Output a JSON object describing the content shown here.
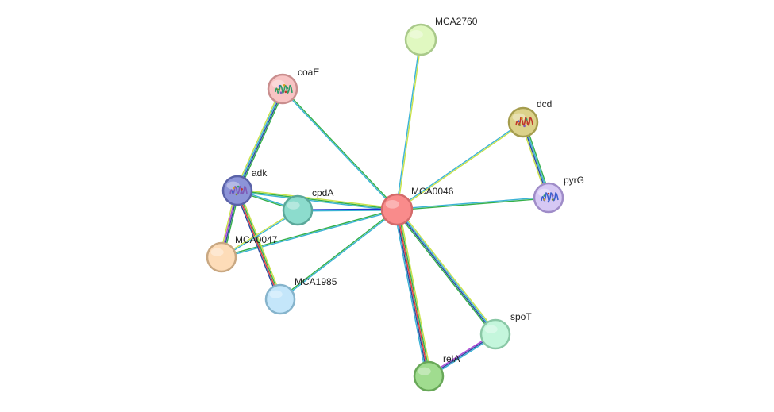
{
  "network": {
    "nodes": [
      {
        "id": "MCA0046",
        "label": "MCA0046",
        "fill": "#f98b8b",
        "stroke": "#d46a6a",
        "icon": "none"
      },
      {
        "id": "MCA2760",
        "label": "MCA2760",
        "fill": "#e0f8c0",
        "stroke": "#a9c98a",
        "icon": "none"
      },
      {
        "id": "coaE",
        "label": "coaE",
        "fill": "#f8c4c4",
        "stroke": "#c98e8e",
        "icon": "protein-structure-icon"
      },
      {
        "id": "dcd",
        "label": "dcd",
        "fill": "#dcd28a",
        "stroke": "#a59d4e",
        "icon": "protein-structure-icon"
      },
      {
        "id": "adk",
        "label": "adk",
        "fill": "#8c94d8",
        "stroke": "#5a62a8",
        "icon": "protein-structure-icon"
      },
      {
        "id": "cpdA",
        "label": "cpdA",
        "fill": "#8cdccd",
        "stroke": "#5aa89a",
        "icon": "none"
      },
      {
        "id": "pyrG",
        "label": "pyrG",
        "fill": "#d6c8f4",
        "stroke": "#9f8cc8",
        "icon": "protein-structure-icon"
      },
      {
        "id": "MCA0047",
        "label": "MCA0047",
        "fill": "#fddcb8",
        "stroke": "#c9a882",
        "icon": "none"
      },
      {
        "id": "MCA1985",
        "label": "MCA1985",
        "fill": "#c4e6fa",
        "stroke": "#86b4cc",
        "icon": "none"
      },
      {
        "id": "spoT",
        "label": "spoT",
        "fill": "#c4f6dc",
        "stroke": "#8ac8a6",
        "icon": "none"
      },
      {
        "id": "relA",
        "label": "relA",
        "fill": "#a0dc8f",
        "stroke": "#68a858",
        "icon": "none"
      }
    ],
    "edges": [
      {
        "source": "MCA0046",
        "target": "MCA2760",
        "evidence": [
          "#3bb3d6",
          "#c9e24b"
        ]
      },
      {
        "source": "MCA0046",
        "target": "coaE",
        "evidence": [
          "#3bb3d6",
          "#35b04a"
        ]
      },
      {
        "source": "MCA0046",
        "target": "dcd",
        "evidence": [
          "#3bb3d6",
          "#c9e24b"
        ]
      },
      {
        "source": "MCA0046",
        "target": "pyrG",
        "evidence": [
          "#3bb3d6",
          "#35b04a"
        ]
      },
      {
        "source": "MCA0046",
        "target": "adk",
        "evidence": [
          "#3bb3d6",
          "#35b04a",
          "#c9e24b"
        ]
      },
      {
        "source": "MCA0046",
        "target": "cpdA",
        "evidence": [
          "#3bb3d6",
          "#2233cc"
        ]
      },
      {
        "source": "MCA0046",
        "target": "MCA0047",
        "evidence": [
          "#3bb3d6",
          "#35b04a"
        ]
      },
      {
        "source": "MCA0046",
        "target": "MCA1985",
        "evidence": [
          "#3bb3d6",
          "#35b04a"
        ]
      },
      {
        "source": "MCA0046",
        "target": "spoT",
        "evidence": [
          "#c9e24b",
          "#3bb3d6",
          "#2d4a9e",
          "#35b04a"
        ]
      },
      {
        "source": "MCA0046",
        "target": "relA",
        "evidence": [
          "#c9e24b",
          "#35b04a",
          "#e23b3b",
          "#2d4a9e",
          "#3bb3d6"
        ]
      },
      {
        "source": "coaE",
        "target": "adk",
        "evidence": [
          "#35b04a",
          "#2d4a9e",
          "#3bb3d6",
          "#c9e24b"
        ]
      },
      {
        "source": "dcd",
        "target": "pyrG",
        "evidence": [
          "#35b04a",
          "#3bb3d6",
          "#2d4a9e",
          "#c9e24b"
        ]
      },
      {
        "source": "adk",
        "target": "cpdA",
        "evidence": [
          "#3bb3d6",
          "#35b04a"
        ]
      },
      {
        "source": "adk",
        "target": "MCA0047",
        "evidence": [
          "#35b04a",
          "#2d4a9e",
          "#b04ad6",
          "#c9e24b"
        ]
      },
      {
        "source": "adk",
        "target": "MCA1985",
        "evidence": [
          "#c9e24b",
          "#35b04a",
          "#e23b3b",
          "#2d4a9e"
        ]
      },
      {
        "source": "cpdA",
        "target": "MCA0047",
        "evidence": [
          "#3bb3d6",
          "#c9e24b"
        ]
      },
      {
        "source": "spoT",
        "target": "relA",
        "evidence": [
          "#3bb3d6",
          "#2d4a9e",
          "#b04ad6"
        ]
      }
    ]
  }
}
